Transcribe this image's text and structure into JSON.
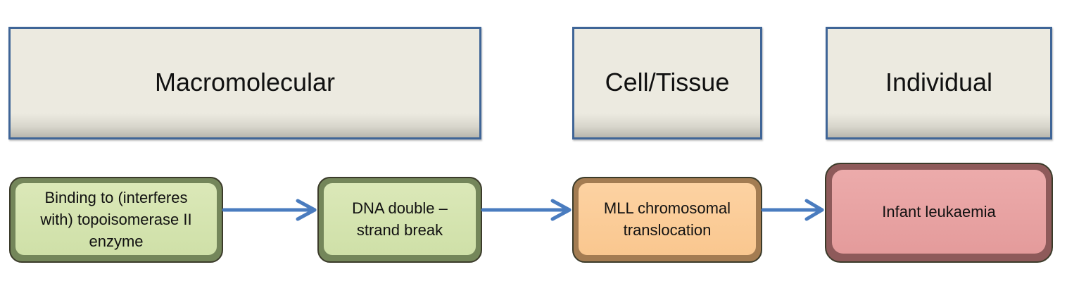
{
  "levels": [
    {
      "label": "Macromolecular"
    },
    {
      "label": "Cell/Tissue"
    },
    {
      "label": "Individual"
    }
  ],
  "events": [
    {
      "label": "Binding to (interferes with) topoisomerase II enzyme"
    },
    {
      "label": "DNA double – strand break"
    },
    {
      "label": "MLL chromosomal translocation"
    },
    {
      "label": "Infant leukaemia"
    }
  ],
  "colors": {
    "level_border": "#3f6597",
    "level_fill": "#eceae0",
    "arrow": "#4a7cbf",
    "green_fill": "#d2e2ac",
    "orange_fill": "#fbcb94",
    "red_fill": "#e7a1a1"
  }
}
